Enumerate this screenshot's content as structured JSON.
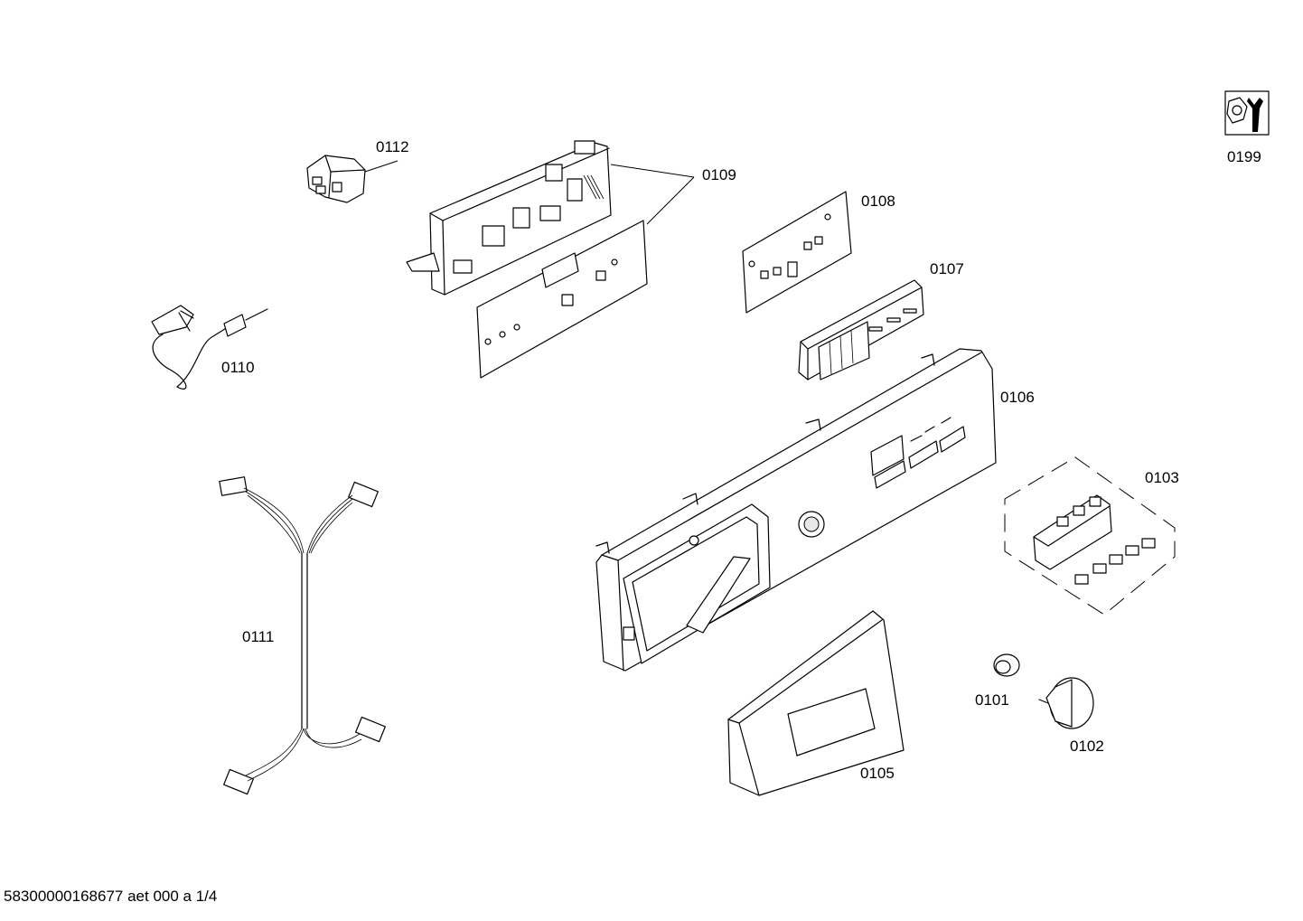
{
  "parts": {
    "p0112": "0112",
    "p0109": "0109",
    "p0108": "0108",
    "p0107": "0107",
    "p0106": "0106",
    "p0110": "0110",
    "p0111": "0111",
    "p0103": "0103",
    "p0101": "0101",
    "p0102": "0102",
    "p0105": "0105",
    "p0199": "0199"
  },
  "footer": "58300000168677 aet 000 a 1/4",
  "icons": {
    "service": "wrench-nut-icon"
  }
}
